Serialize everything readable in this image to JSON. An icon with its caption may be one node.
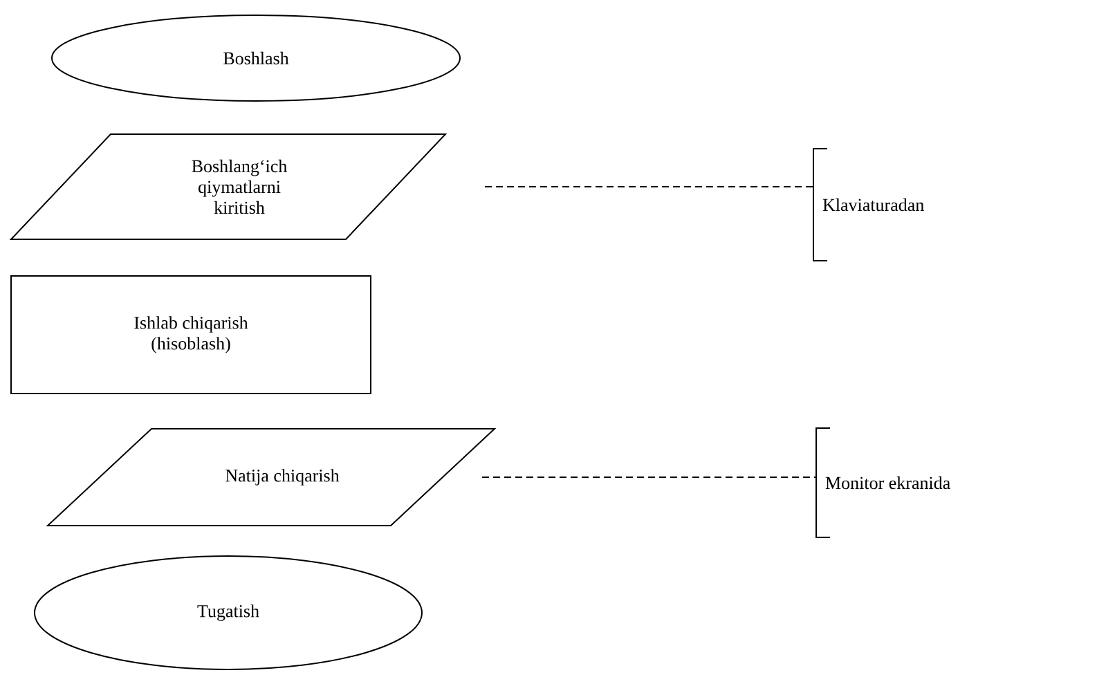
{
  "diagram": {
    "nodes": [
      {
        "text": [
          "Boshlash"
        ]
      },
      {
        "text": [
          "Boshlang‘ich qiymatlarni kiritish"
        ]
      },
      {
        "text": [
          "Ishlab chiqarish (hisoblash)"
        ]
      },
      {
        "text": [
          "Natija chiqarish"
        ]
      },
      {
        "text": [
          "Tugatish"
        ]
      },
      {
        "text": [
          "Klaviaturadan"
        ]
      },
      {
        "text": [
          "Monitor ekranida"
        ]
      }
    ],
    "edges": [
      {
        "from": 1,
        "to": 5,
        "arrow": "none",
        "style": "dashed"
      },
      {
        "from": 3,
        "to": 6,
        "arrow": "none",
        "style": "dashed"
      }
    ]
  }
}
